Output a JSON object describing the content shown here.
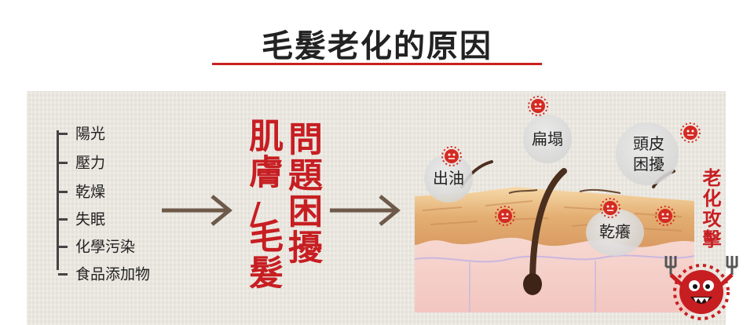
{
  "title": "毛髮老化的原因",
  "causes": [
    "陽光",
    "壓力",
    "乾燥",
    "失眠",
    "化學污染",
    "食品添加物"
  ],
  "problem": {
    "column_left": "肌膚",
    "slash": "/",
    "column_left_bottom": "毛髮",
    "column_right": "問題困擾"
  },
  "labels": {
    "oily": "出油",
    "flat": "扁塌",
    "scalp": "頭皮困擾",
    "dry": "乾癢",
    "attack": "老化攻擊"
  },
  "colors": {
    "accent_red": "#c71e22",
    "skin_top": "#e3ae72",
    "skin_bottom": "#f6d0c8"
  },
  "icons": [
    "arrow-right-icon",
    "germ-icon",
    "monster-icon",
    "hair-icon"
  ]
}
